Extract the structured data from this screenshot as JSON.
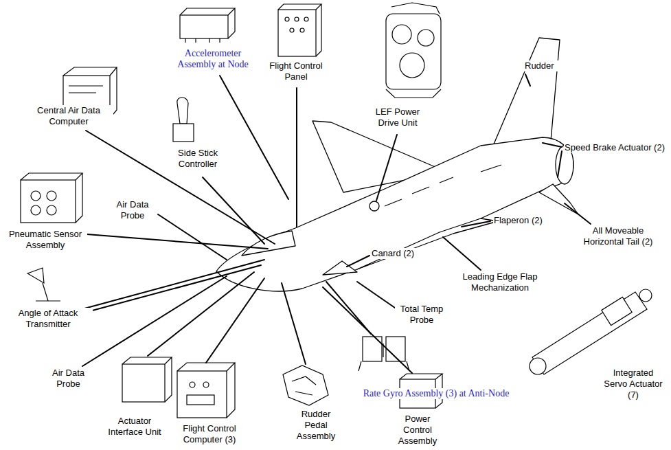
{
  "diagram": {
    "labels": [
      "Accelerometer Assembly at Node",
      "Flight Control Panel",
      "Rudder",
      "Central Air Data Computer",
      "Side Stick Controller",
      "LEF Power Drive Unit",
      "Speed Brake Actuator (2)",
      "Pneumatic Sensor Assembly",
      "Flaperon (2)",
      "All Moveable Horizontal Tail (2)",
      "Air Data Probe",
      "Canard (2)",
      "Leading Edge Flap Mechanization",
      "Angle of Attack Transmitter",
      "Total Temp Probe",
      "Rate Gyro Assembly (3) at Anti-Node",
      "Integrated Servo Actuator (7)",
      "Air Data Probe",
      "Actuator Interface Unit",
      "Flight Control Computer (3)",
      "Rudder Pedal Assembly",
      "Power Control Assembly"
    ]
  }
}
